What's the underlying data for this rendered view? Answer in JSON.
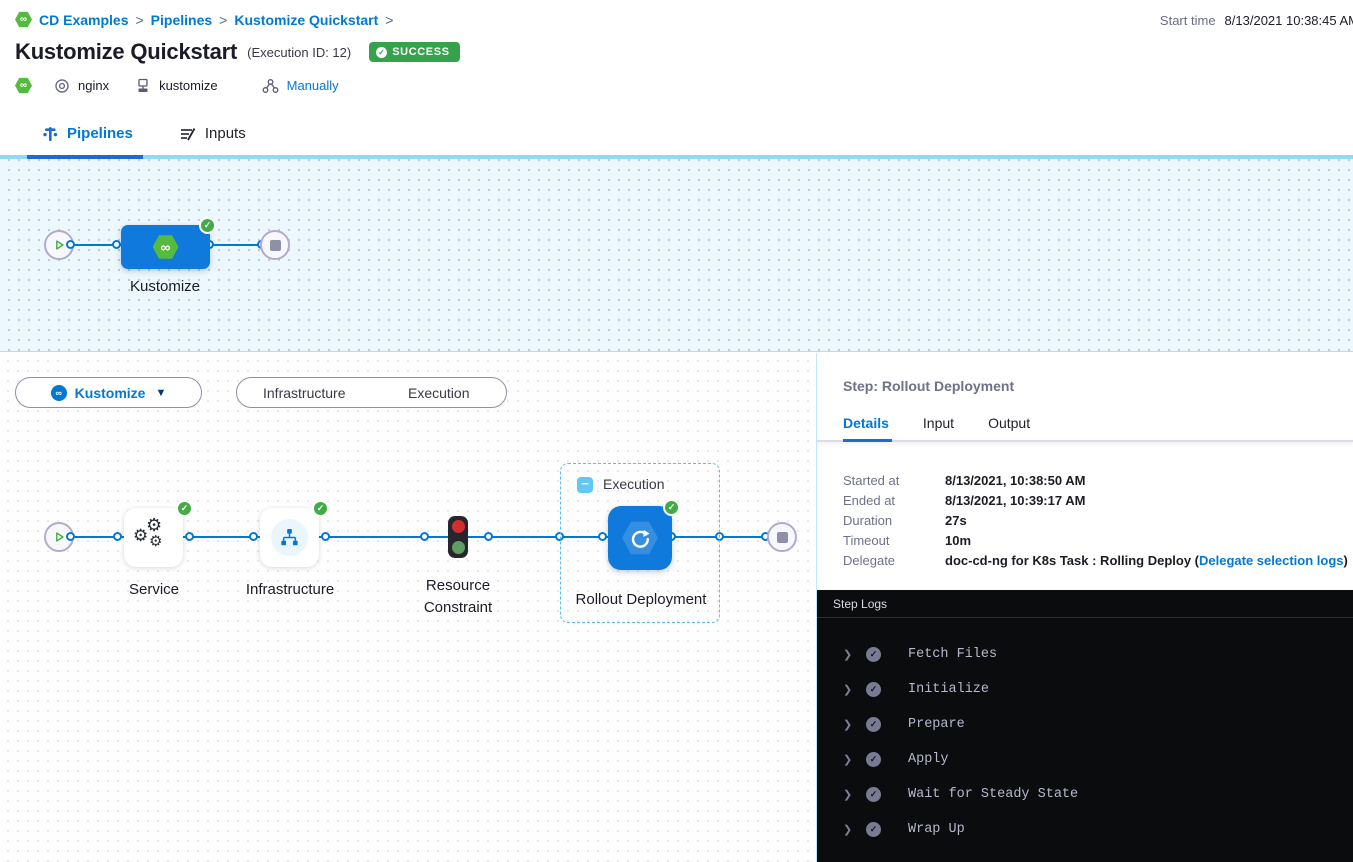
{
  "header": {
    "breadcrumb": {
      "separator": ">",
      "items": [
        "CD Examples",
        "Pipelines",
        "Kustomize Quickstart"
      ]
    },
    "start_time": {
      "label": "Start time",
      "value": "8/13/2021 10:38:45 AM"
    },
    "title": "Kustomize Quickstart",
    "execution_id": "(Execution ID: 12)",
    "status_badge": "SUCCESS",
    "tags": {
      "artifact": "nginx",
      "environment": "kustomize",
      "trigger": "Manually"
    }
  },
  "tabs": {
    "pipelines": "Pipelines",
    "inputs": "Inputs"
  },
  "stage_canvas": {
    "stage_label": "Kustomize"
  },
  "exec": {
    "stage_selector_label": "Kustomize",
    "toggle": {
      "infrastructure": "Infrastructure",
      "execution": "Execution"
    },
    "nodes": {
      "service": "Service",
      "infrastructure": "Infrastructure",
      "resource_constraint": "Resource Constraint",
      "group_label": "Execution",
      "rollout": "Rollout Deployment"
    }
  },
  "details": {
    "title": "Step: Rollout Deployment",
    "tabs": [
      "Details",
      "Input",
      "Output"
    ],
    "rows": [
      {
        "label": "Started at",
        "value": "8/13/2021, 10:38:50 AM"
      },
      {
        "label": "Ended at",
        "value": "8/13/2021, 10:39:17 AM"
      },
      {
        "label": "Duration",
        "value": "27s"
      },
      {
        "label": "Timeout",
        "value": "10m"
      }
    ],
    "delegate": {
      "label": "Delegate",
      "prefix": "doc-cd-ng for K8s Task : Rolling Deploy (",
      "link": "Delegate selection logs",
      "suffix": ")"
    }
  },
  "logs": {
    "title": "Step Logs",
    "entries": [
      "Fetch Files",
      "Initialize",
      "Prepare",
      "Apply",
      "Wait for Steady State",
      "Wrap Up"
    ]
  },
  "colors": {
    "accent_blue": "#0278d5",
    "node_blue": "#1079dc",
    "success_green": "#42ab45",
    "badge_green": "#36a24c",
    "harness_green": "#55bb3f",
    "logs_background": "#0b0c0e"
  }
}
